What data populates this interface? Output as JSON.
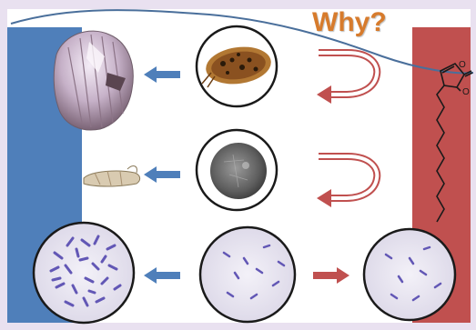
{
  "title": "Why?",
  "colors": {
    "host_bar": "#4f7fba",
    "compound_bar": "#c0504f",
    "arrow_blue": "#4f7fba",
    "arrow_red": "#c0504f",
    "title": "#d77b2c"
  },
  "rows": [
    {
      "host": "barnacle",
      "organism": "cyprid-larva",
      "relation": "u-turn"
    },
    {
      "host": "juvenile-larva",
      "organism": "spore",
      "relation": "u-turn"
    },
    {
      "host": "bacterial-biofilm-dense",
      "organism": "bacteria-sparse",
      "relation": "right-arrow"
    }
  ],
  "icons": [
    "butenolide-molecule-icon"
  ]
}
